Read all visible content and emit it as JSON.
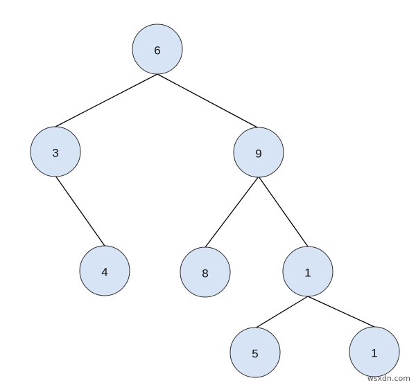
{
  "tree": {
    "nodes": [
      {
        "id": "root",
        "label": "6"
      },
      {
        "id": "left",
        "label": "3"
      },
      {
        "id": "right",
        "label": "9"
      },
      {
        "id": "left-right",
        "label": "4"
      },
      {
        "id": "right-left",
        "label": "8"
      },
      {
        "id": "right-right",
        "label": "1"
      },
      {
        "id": "rr-left",
        "label": "5"
      },
      {
        "id": "rr-right",
        "label": "1"
      }
    ],
    "edges": [
      {
        "from": "root",
        "to": "left"
      },
      {
        "from": "root",
        "to": "right"
      },
      {
        "from": "left",
        "to": "left-right"
      },
      {
        "from": "right",
        "to": "right-left"
      },
      {
        "from": "right",
        "to": "right-right"
      },
      {
        "from": "right-right",
        "to": "rr-left"
      },
      {
        "from": "right-right",
        "to": "rr-right"
      }
    ]
  },
  "colors": {
    "node_fill": "#d6e4f5",
    "node_stroke": "#2a2a2a",
    "edge": "#000000",
    "label": "#111111"
  },
  "watermark": "wsxdn.com"
}
